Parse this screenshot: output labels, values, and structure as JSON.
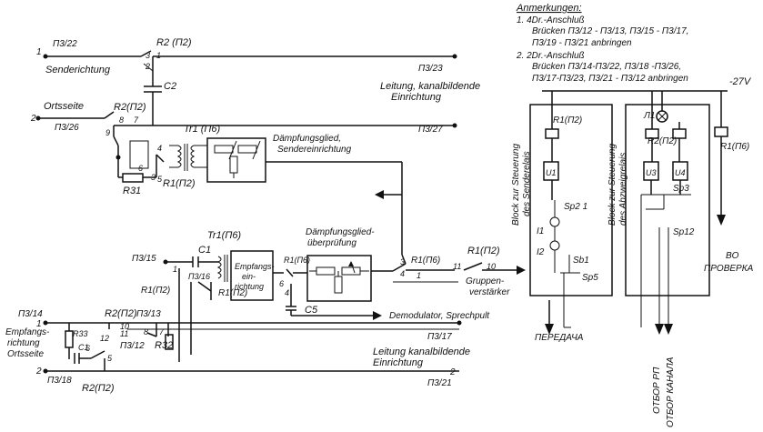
{
  "notes": {
    "heading": "Anmerkungen:",
    "line1": "1. 4Dr.-Anschluß",
    "line2": "Brücken П3/12 - П3/13, П3/15 - П3/17,",
    "line3": "П3/19 - П3/21 anbringen",
    "line4": "2. 2Dr.-Anschluß",
    "line5": "Brücken П3/14-П3/22, П3/18 -П3/26,",
    "line6": "П3/17-П3/23, П3/21 - П3/12 anbringen"
  },
  "labels": {
    "t_p322": "П3/22",
    "t_pin1_top": "1",
    "t_r2p2_top": "R2 (П2)",
    "t_pin3_top": "3",
    "t_pin2_top": "2",
    "t_pin1b_top": "1",
    "t_p323": "П3/23",
    "t_sender": "Senderichtung",
    "t_c2": "C2",
    "t_leitung_top": "Leitung, kanalbildende",
    "t_einrichtung_top": "Einrichtung",
    "t_ortsseite": "Ortsseite",
    "t_r2p2_mid": "R2(П2)",
    "t_pin2_left": "2",
    "t_p326": "П3/26",
    "t_pin8": "8",
    "t_pin7": "7",
    "t_pin9": "9",
    "t_tr1_top": "Tr1 (П6)",
    "t_p327": "П3/27",
    "t_daempf_send1": "Dämpfungsglied,",
    "t_daempf_send2": "Sendereinrichtung",
    "t_pin4_tr": "4",
    "t_pin6_tr": "6",
    "t_pin3_tr": "3",
    "t_pin5_tr": "5",
    "t_r1p2_tr": "R1(П2)",
    "t_r31": "R31",
    "t_daempf_ueb1": "Dämpfungsglied-",
    "t_daempf_ueb2": "überprüfung",
    "t_tr1_low": "Tr1(П6)",
    "t_c1": "C1",
    "t_p315": "П3/15",
    "t_p316": "П3/16",
    "t_emp1": "Empfangs-",
    "t_emp2": "ein-",
    "t_emp3": "richtung",
    "t_r1p2_a": "R1(П2)",
    "t_r1p2_b": "R1(П2)",
    "t_r1p6_a": "R1(П6)",
    "t_r1p6_b": "R1(П6)",
    "t_pin6_b": "6",
    "t_pin4_b": "4",
    "t_pin3_b": "3",
    "t_pin4_c": "4",
    "t_pin1_c": "1",
    "t_c5": "C5",
    "t_r1p2_c": "R1(П2)",
    "t_pin11": "11",
    "t_pin10": "10",
    "t_gruppen1": "Gruppen-",
    "t_gruppen2": "verstärker",
    "t_demod": "Demodulator, Sprechpult",
    "t_p314": "П3/14",
    "t_pin1_bl": "1",
    "t_r2p2_low": "R2(П2)",
    "t_pin12": "12",
    "t_pin10_b": "10",
    "t_pin11_b": "11",
    "t_pin8_b": "8",
    "t_pin7_b": "7",
    "t_p313": "П3/13",
    "t_p317": "П3/17",
    "t_empfangs1": "Empfangs-",
    "t_empfangs2": "richtung",
    "t_empfangs3": "Ortsseite",
    "t_r33": "R33",
    "t_c1b": "C1",
    "t_pin6_bl": "6",
    "t_pin5_bl": "5",
    "t_p312": "П3/12",
    "t_r32": "R32",
    "t_leitung_low": "Leitung kanalbildende",
    "t_einrichtung_low": "Einrichtung",
    "t_pin2_bl": "2",
    "t_p318": "П3/18",
    "t_r2p2_bot": "R2(П2)",
    "t_p321": "П3/21",
    "t_pin2_br": "2",
    "t_minus27": "-27V",
    "t_block_send1": "Block zur Steuerung",
    "t_block_send2": "des Senderelais",
    "t_block_abz1": "Block zur Steuerung",
    "t_block_abz2": "des Abzweigrelais",
    "t_r1p2_r": "R1(П2)",
    "t_l1": "Л1",
    "t_r2p2_r": "R2(П2)",
    "t_r1p6_r": "R1(П6)",
    "t_u1": "U1",
    "t_u3": "U3",
    "t_u4": "U4",
    "t_sp3": "Sp3",
    "t_sp2_1": "Sp2 1",
    "t_i1": "I1",
    "t_i2": "I2",
    "t_sb1": "Sb1",
    "t_sp5": "Sp5",
    "t_sp12": "Sp12",
    "t_bo": "BO",
    "t_proverka": "ПРОВЕРКА",
    "t_peredacha": "ПЕРЕДАЧА",
    "t_otbor_rp": "ОТБОР РП",
    "t_otbor_kanala": "ОТБОР КАНАЛА"
  }
}
